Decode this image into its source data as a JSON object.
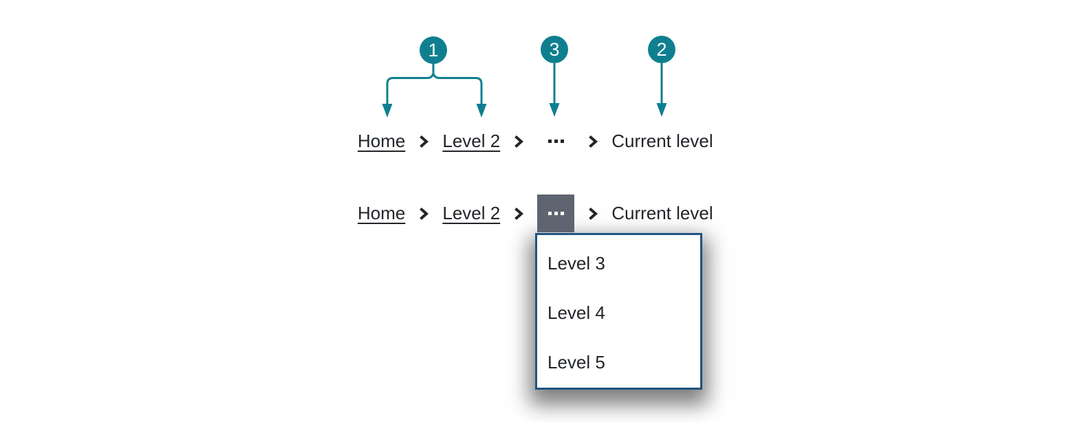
{
  "colors": {
    "page_bg": "#ffffff",
    "text": "#212529",
    "teal": "#0f7f90",
    "badge_text": "#ffffff",
    "ellipsis_btn_bg": "#5e6570",
    "ellipsis_btn_dots": "#ffffff",
    "menu_border": "#1e5480",
    "menu_bg": "#ffffff"
  },
  "callout_badges": [
    {
      "label": "1"
    },
    {
      "label": "3"
    },
    {
      "label": "2"
    }
  ],
  "breadcrumb_collapsed": {
    "items": [
      {
        "label": "Home"
      },
      {
        "label": "Level 2"
      },
      {
        "label": "…"
      },
      {
        "label": "Current level"
      }
    ]
  },
  "breadcrumb_expanded": {
    "items": [
      {
        "label": "Home"
      },
      {
        "label": "Level 2"
      },
      {
        "label": "…"
      },
      {
        "label": "Current level"
      }
    ]
  },
  "overflow_menu": {
    "items": [
      {
        "label": "Level 3"
      },
      {
        "label": "Level 4"
      },
      {
        "label": "Level 5"
      }
    ]
  }
}
